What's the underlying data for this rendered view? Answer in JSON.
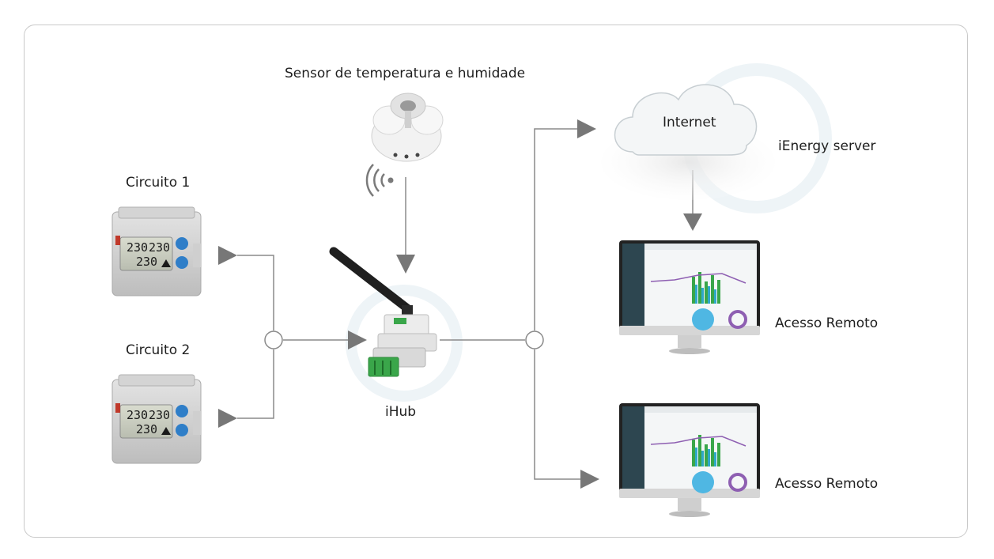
{
  "labels": {
    "sensor": "Sensor de temperatura e humidade",
    "circuit1": "Circuito 1",
    "circuit2": "Circuito 2",
    "hub": "iHub",
    "internet": "Internet",
    "server": "iEnergy server",
    "remote1": "Acesso Remoto",
    "remote2": "Acesso Remoto"
  },
  "meter": {
    "line1a": "230",
    "line1b": "230",
    "line2": "230"
  },
  "colors": {
    "connector": "#8a8a8a",
    "arrow": "#777777",
    "ring": "#dbe8ee",
    "monitor_sidebar": "#2d4650",
    "terminal_green": "#3aa64a"
  }
}
